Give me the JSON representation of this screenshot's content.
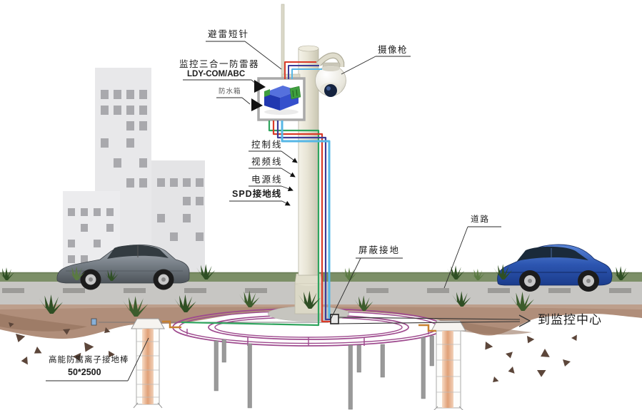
{
  "diagram": {
    "labels": {
      "lightning_rod": "避雷短针",
      "arrester_name": "监控三合一防雷器",
      "arrester_model": "LDY-COM/ABC",
      "waterproof_box": "防水箱",
      "camera": "摄像枪",
      "control_cable": "控制线",
      "video_cable": "视频线",
      "power_cable": "电源线",
      "spd_ground_cable": "SPD接地线",
      "shield_ground": "屏蔽接地",
      "road": "道路",
      "to_monitoring_center": "到监控中心",
      "ion_ground_rod": "高能防腐离子接地棒",
      "ion_ground_rod_spec": "50*2500"
    },
    "colors": {
      "cable_control_green": "#2fa45e",
      "cable_video_red": "#d93a28",
      "cable_power_navy": "#3c3c96",
      "cable_spd_cyan": "#56b7e6",
      "ground_ring_purple": "#9e4a8e",
      "copper_rod": "#e8b491",
      "bond_wire_orange": "#c8812f",
      "road_gray": "#c7c6c3",
      "grass_green": "#7c8f67",
      "earth_brown": "#b08e7a",
      "pole_cream": "#e9e6d8",
      "arrester_blue": "#2238b8"
    }
  }
}
